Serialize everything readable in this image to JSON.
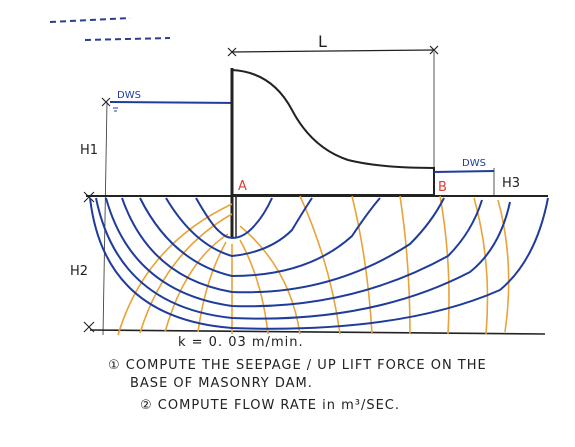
{
  "labels": {
    "length": "L",
    "upstream_water_surface": "DWS",
    "downstream_water_surface": "DWS",
    "head_upstream": "H1",
    "head_downstream": "H3",
    "soil_depth": "H2",
    "point_a": "A",
    "point_b": "B",
    "permeability": "k = 0. 03 m/min."
  },
  "tasks": [
    "① COMPUTE THE SEEPAGE / UP LIFT FORCE ON THE",
    "BASE OF MASONRY DAM.",
    "② COMPUTE FLOW RATE in m³/SEC."
  ],
  "colors": {
    "ink": "#222222",
    "flow_lines": "#1f3c9b",
    "equipotential_lines": "#e8a33a",
    "point_labels": "#d9403a",
    "water_surface": "#1f3c9b"
  }
}
